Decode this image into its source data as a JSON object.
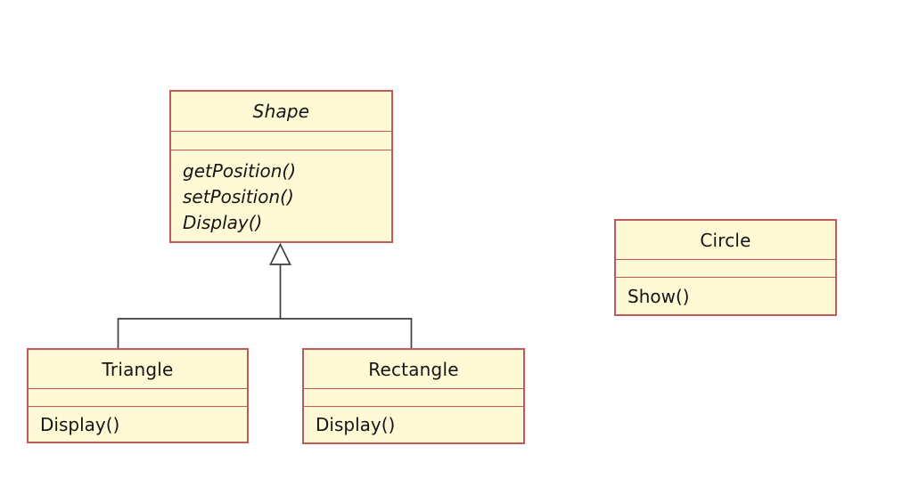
{
  "colors": {
    "background": "#ffffff",
    "box_fill": "#FFF9D6",
    "box_stroke": "#BF5B5B",
    "text": "#151515",
    "connector": "#3d3d3d"
  },
  "diagram_type": "uml-class-diagram",
  "classes": {
    "shape": {
      "name": "Shape",
      "abstract": true,
      "attributes": [],
      "methods": [
        "getPosition()",
        "setPosition()",
        "Display()"
      ]
    },
    "triangle": {
      "name": "Triangle",
      "abstract": false,
      "attributes": [],
      "methods": [
        "Display()"
      ]
    },
    "rectangle": {
      "name": "Rectangle",
      "abstract": false,
      "attributes": [],
      "methods": [
        "Display()"
      ]
    },
    "circle": {
      "name": "Circle",
      "abstract": false,
      "attributes": [],
      "methods": [
        "Show()"
      ]
    }
  },
  "relationships": [
    {
      "type": "generalization",
      "from": "Triangle",
      "to": "Shape"
    },
    {
      "type": "generalization",
      "from": "Rectangle",
      "to": "Shape"
    }
  ]
}
